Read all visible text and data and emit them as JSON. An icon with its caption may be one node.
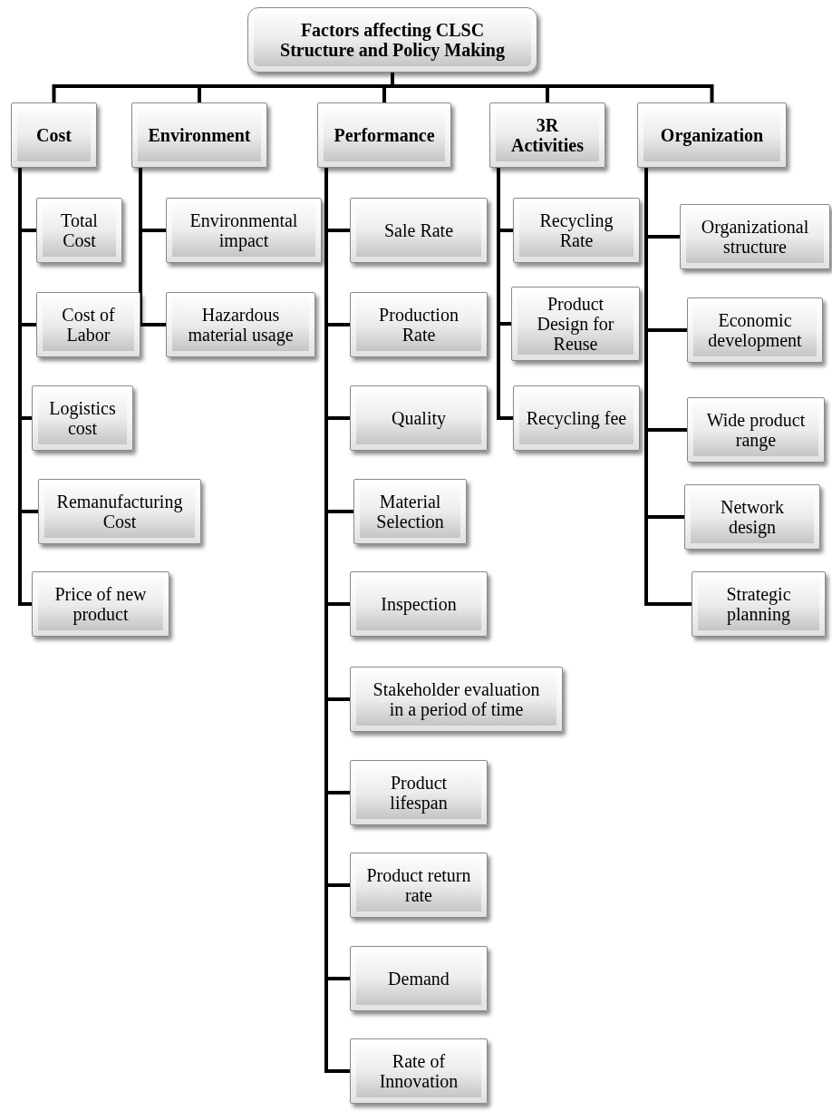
{
  "diagram": {
    "nodes": [
      {
        "text": [
          "Factors affecting CLSC Structure and Policy Making"
        ]
      },
      {
        "text": [
          "Cost"
        ]
      },
      {
        "text": [
          "Environment"
        ]
      },
      {
        "text": [
          "Performance"
        ]
      },
      {
        "text": [
          "3R Activities"
        ]
      },
      {
        "text": [
          "Organization"
        ]
      },
      {
        "text": [
          "Total Cost"
        ]
      },
      {
        "text": [
          "Cost of Labor"
        ]
      },
      {
        "text": [
          "Logistics cost"
        ]
      },
      {
        "text": [
          "Remanufacturing Cost"
        ]
      },
      {
        "text": [
          "Price of new product"
        ]
      },
      {
        "text": [
          "Environmental impact"
        ]
      },
      {
        "text": [
          "Hazardous material usage"
        ]
      },
      {
        "text": [
          "Sale Rate"
        ]
      },
      {
        "text": [
          "Production Rate"
        ]
      },
      {
        "text": [
          "Quality"
        ]
      },
      {
        "text": [
          "Material Selection"
        ]
      },
      {
        "text": [
          "Inspection"
        ]
      },
      {
        "text": [
          "Stakeholder evaluation in a period of time"
        ]
      },
      {
        "text": [
          "Product lifespan"
        ]
      },
      {
        "text": [
          "Product return rate"
        ]
      },
      {
        "text": [
          "Demand"
        ]
      },
      {
        "text": [
          "Rate of Innovation"
        ]
      },
      {
        "text": [
          "Recycling Rate"
        ]
      },
      {
        "text": [
          "Product Design for Reuse"
        ]
      },
      {
        "text": [
          "Recycling fee"
        ]
      },
      {
        "text": [
          "Organizational structure"
        ]
      },
      {
        "text": [
          "Economic development"
        ]
      },
      {
        "text": [
          "Wide product range"
        ]
      },
      {
        "text": [
          "Network design"
        ]
      },
      {
        "text": [
          "Strategic planning"
        ]
      }
    ],
    "edges": [
      {
        "from": 0,
        "to": 1,
        "arrow": "none"
      },
      {
        "from": 0,
        "to": 2,
        "arrow": "none"
      },
      {
        "from": 0,
        "to": 3,
        "arrow": "none"
      },
      {
        "from": 0,
        "to": 4,
        "arrow": "none"
      },
      {
        "from": 0,
        "to": 5,
        "arrow": "none"
      },
      {
        "from": 1,
        "to": 6,
        "arrow": "none"
      },
      {
        "from": 1,
        "to": 7,
        "arrow": "none"
      },
      {
        "from": 1,
        "to": 8,
        "arrow": "none"
      },
      {
        "from": 1,
        "to": 9,
        "arrow": "none"
      },
      {
        "from": 1,
        "to": 10,
        "arrow": "none"
      },
      {
        "from": 2,
        "to": 11,
        "arrow": "none"
      },
      {
        "from": 2,
        "to": 12,
        "arrow": "none"
      },
      {
        "from": 3,
        "to": 13,
        "arrow": "none"
      },
      {
        "from": 3,
        "to": 14,
        "arrow": "none"
      },
      {
        "from": 3,
        "to": 15,
        "arrow": "none"
      },
      {
        "from": 3,
        "to": 16,
        "arrow": "none"
      },
      {
        "from": 3,
        "to": 17,
        "arrow": "none"
      },
      {
        "from": 3,
        "to": 18,
        "arrow": "none"
      },
      {
        "from": 3,
        "to": 19,
        "arrow": "none"
      },
      {
        "from": 3,
        "to": 20,
        "arrow": "none"
      },
      {
        "from": 3,
        "to": 21,
        "arrow": "none"
      },
      {
        "from": 3,
        "to": 22,
        "arrow": "none"
      },
      {
        "from": 4,
        "to": 23,
        "arrow": "none"
      },
      {
        "from": 4,
        "to": 24,
        "arrow": "none"
      },
      {
        "from": 4,
        "to": 25,
        "arrow": "none"
      },
      {
        "from": 5,
        "to": 26,
        "arrow": "none"
      },
      {
        "from": 5,
        "to": 27,
        "arrow": "none"
      },
      {
        "from": 5,
        "to": 28,
        "arrow": "none"
      },
      {
        "from": 5,
        "to": 29,
        "arrow": "none"
      },
      {
        "from": 5,
        "to": 30,
        "arrow": "none"
      }
    ]
  }
}
